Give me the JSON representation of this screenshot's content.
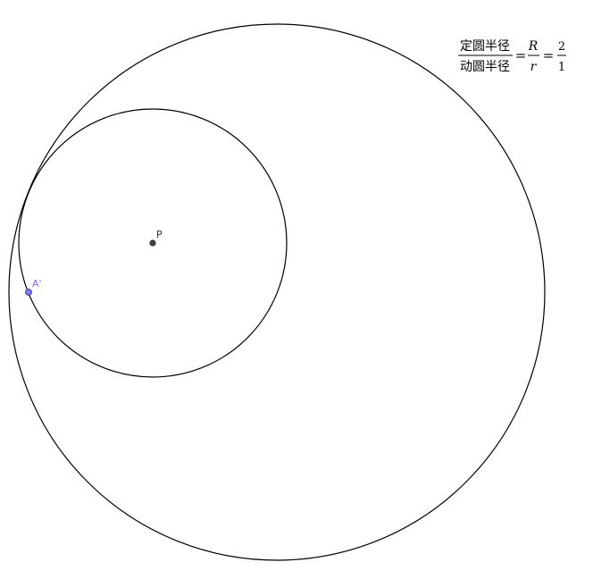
{
  "formula": {
    "numerator_text": "定圆半径",
    "denominator_text": "动圆半径",
    "equals": "=",
    "var_numerator": "R",
    "var_denominator": "r",
    "equals2": "=",
    "ratio_numerator": "2",
    "ratio_denominator": "1"
  },
  "points": {
    "P": {
      "label": "P",
      "color": "#333333"
    },
    "A": {
      "label": "A'",
      "color": "#7b68ee"
    }
  },
  "colors": {
    "circle_stroke": "#000000",
    "point_fill": "#444444",
    "moving_point_fill": "#8080ff",
    "moving_point_label": "#7b68ee"
  }
}
